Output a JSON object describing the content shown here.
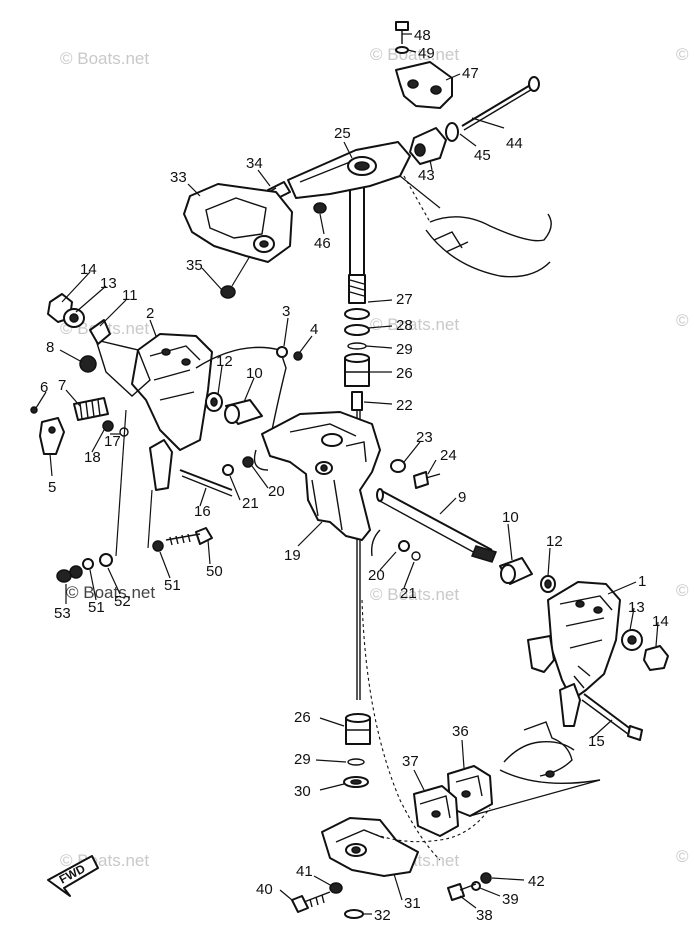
{
  "watermark": "© Boats.net",
  "fwd_label": "FWD",
  "callouts": [
    {
      "label": "48"
    },
    {
      "label": "49"
    },
    {
      "label": "47"
    },
    {
      "label": "44"
    },
    {
      "label": "45"
    },
    {
      "label": "43"
    },
    {
      "label": "25"
    },
    {
      "label": "34"
    },
    {
      "label": "33"
    },
    {
      "label": "46"
    },
    {
      "label": "35"
    },
    {
      "label": "14"
    },
    {
      "label": "13"
    },
    {
      "label": "11"
    },
    {
      "label": "2"
    },
    {
      "label": "3"
    },
    {
      "label": "4"
    },
    {
      "label": "27"
    },
    {
      "label": "28"
    },
    {
      "label": "29"
    },
    {
      "label": "26"
    },
    {
      "label": "22"
    },
    {
      "label": "8"
    },
    {
      "label": "12"
    },
    {
      "label": "10"
    },
    {
      "label": "6"
    },
    {
      "label": "7"
    },
    {
      "label": "18"
    },
    {
      "label": "17"
    },
    {
      "label": "5"
    },
    {
      "label": "23"
    },
    {
      "label": "24"
    },
    {
      "label": "21"
    },
    {
      "label": "20"
    },
    {
      "label": "16"
    },
    {
      "label": "9"
    },
    {
      "label": "19"
    },
    {
      "label": "10"
    },
    {
      "label": "12"
    },
    {
      "label": "20"
    },
    {
      "label": "21"
    },
    {
      "label": "1"
    },
    {
      "label": "13"
    },
    {
      "label": "14"
    },
    {
      "label": "50"
    },
    {
      "label": "51"
    },
    {
      "label": "52"
    },
    {
      "label": "53"
    },
    {
      "label": "51"
    },
    {
      "label": "15"
    },
    {
      "label": "26"
    },
    {
      "label": "29"
    },
    {
      "label": "30"
    },
    {
      "label": "36"
    },
    {
      "label": "37"
    },
    {
      "label": "41"
    },
    {
      "label": "40"
    },
    {
      "label": "31"
    },
    {
      "label": "32"
    },
    {
      "label": "42"
    },
    {
      "label": "39"
    },
    {
      "label": "38"
    }
  ]
}
